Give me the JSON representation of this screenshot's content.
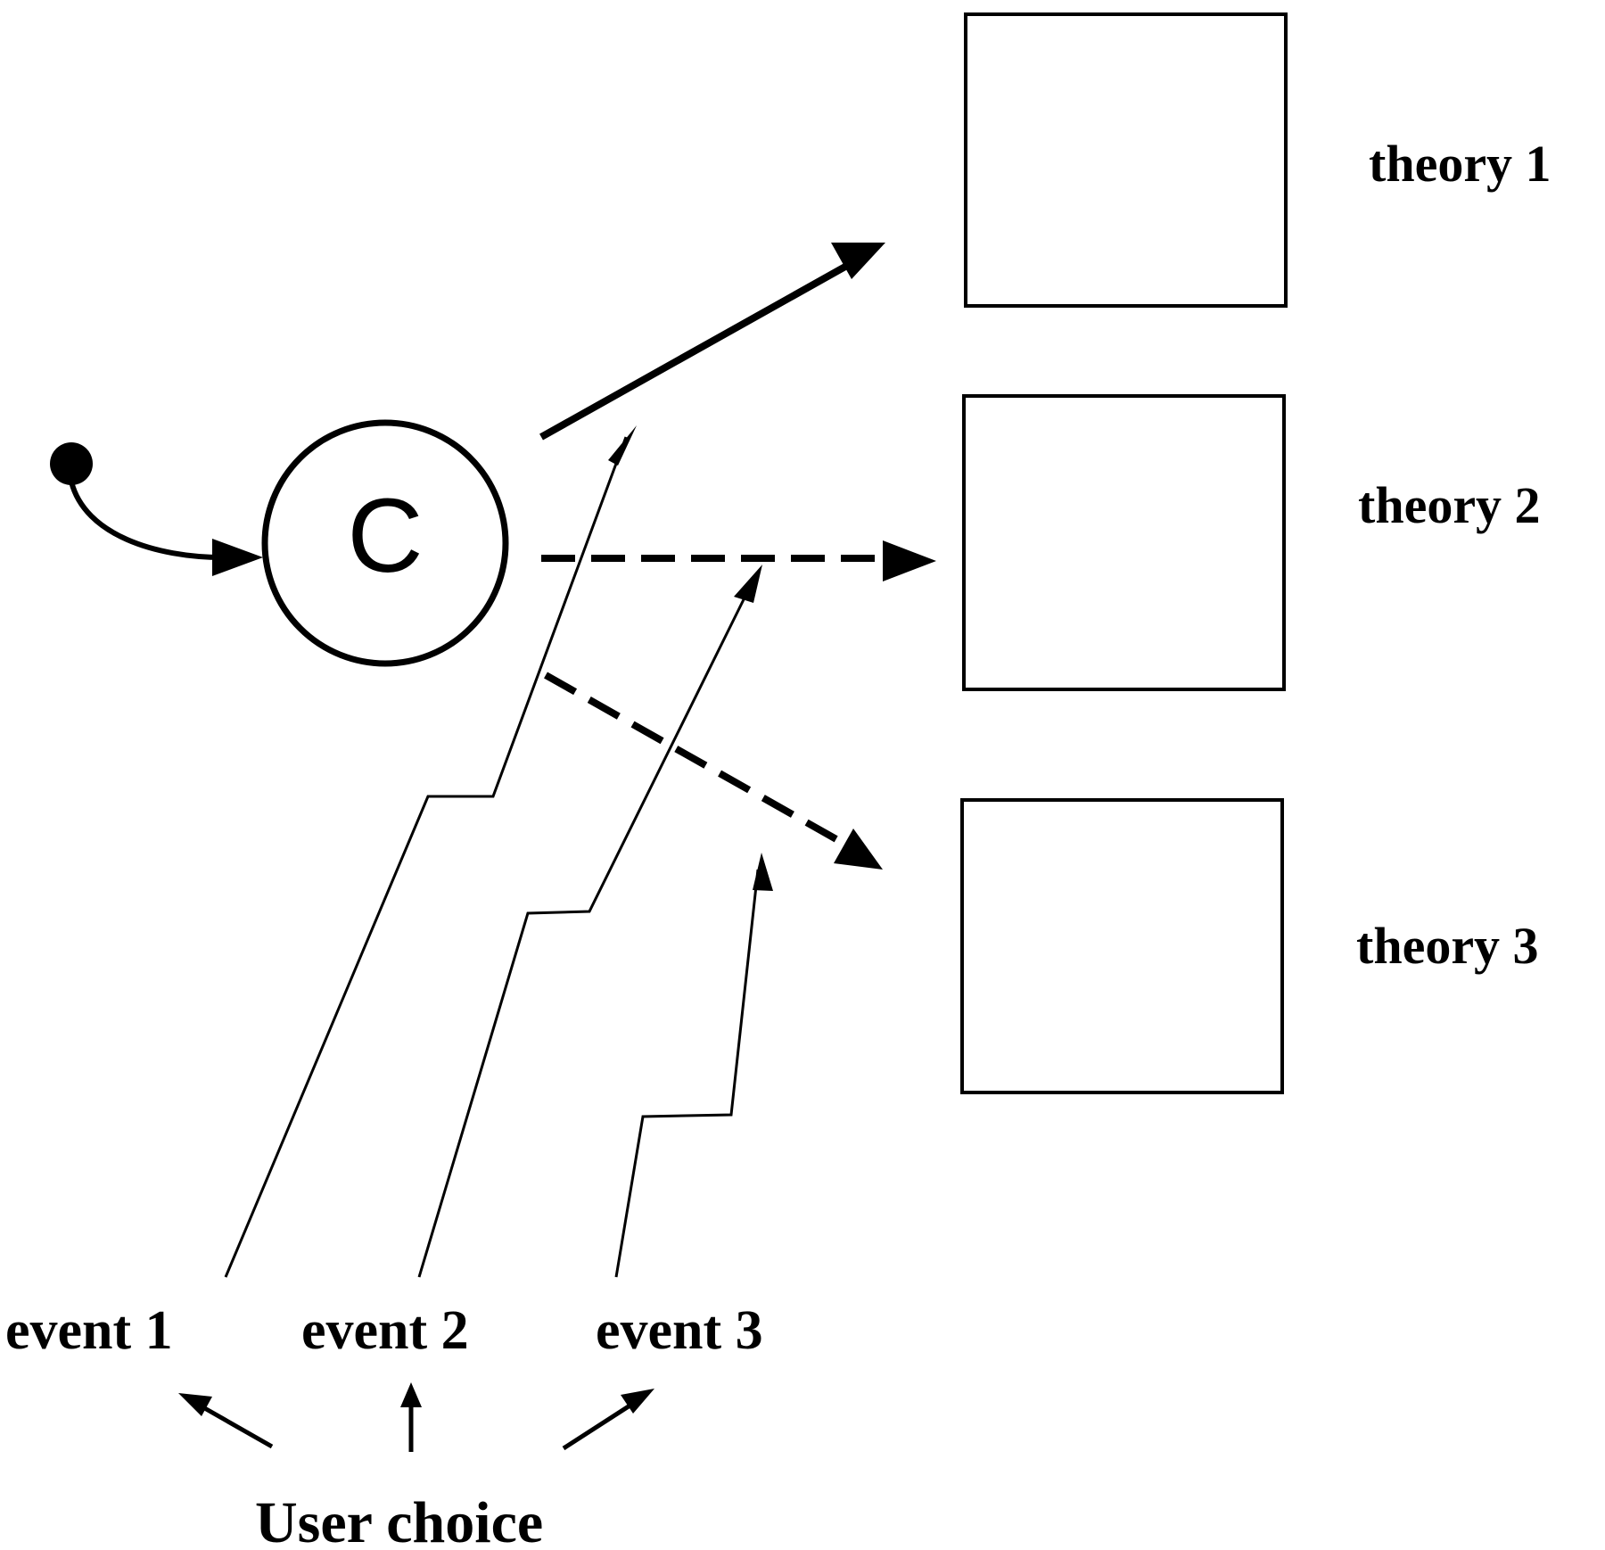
{
  "controller": {
    "letter": "C"
  },
  "theories": [
    {
      "label": "theory 1"
    },
    {
      "label": "theory 2"
    },
    {
      "label": "theory 3"
    }
  ],
  "events": [
    {
      "label": "event 1"
    },
    {
      "label": "event 2"
    },
    {
      "label": "event 3"
    }
  ],
  "user_choice": {
    "label": "User choice"
  },
  "colors": {
    "ink": "#000000",
    "background": "#ffffff"
  }
}
